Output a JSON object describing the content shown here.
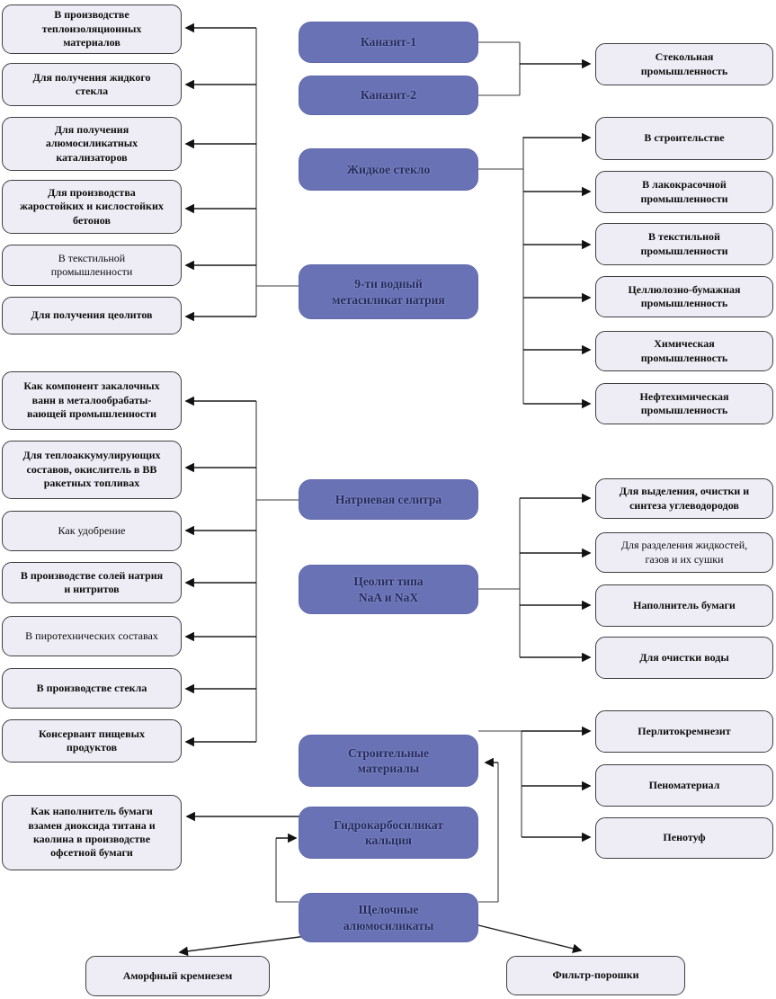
{
  "diagram": {
    "description_colors": {
      "product_fill": "#6A72B6",
      "product_text": "#232B5F",
      "application_fill": "#EEEDF6",
      "application_border": "#3F3F3F",
      "connector": "#3C3C3C",
      "background": "#FFFFFF"
    },
    "nodes": {
      "center": [
        {
          "label": "Каназит-1"
        },
        {
          "label": "Каназит-2"
        },
        {
          "label": "Жидкое стекло"
        },
        {
          "label": "9-ти водный\nметасиликат натрия"
        },
        {
          "label": "Натриевая селитра"
        },
        {
          "label": "Цеолит типа\nNaA и NaX"
        },
        {
          "label": "Строительные\nматериалы"
        },
        {
          "label": "Гидрокарбосиликат\nкальция"
        },
        {
          "label": "Щелочные\nалюмосиликаты"
        }
      ],
      "left": [
        {
          "label": "В производстве\nтеплоизоляционных\nматериалов"
        },
        {
          "label": "Для получения жидкого\nстекла"
        },
        {
          "label": "Для получения\nалюмосиликатных\nкатализаторов"
        },
        {
          "label": "Для производства\nжаростойких и кислостойких\nбетонов"
        },
        {
          "label": "В текстильной\nпромышленности"
        },
        {
          "label": "Для получения цеолитов"
        },
        {
          "label": "Как компонент закалочных\nванн в металообрабаты-\nвающей промышленности"
        },
        {
          "label": "Для теплоаккумулирующих\nсоставов, окислитель в ВВ\nракетных топливах"
        },
        {
          "label": "Как удобрение"
        },
        {
          "label": "В производстве солей натрия\nи нитритов"
        },
        {
          "label": "В пиротехнических составах"
        },
        {
          "label": "В производстве стекла"
        },
        {
          "label": "Консервант пищевых\nпродуктов"
        },
        {
          "label": "Как наполнитель бумаги\nвзамен диоксида титана и\nкаолина в производстве\nофсетной бумаги"
        }
      ],
      "right": [
        {
          "label": "Стекольная\nпромышленность"
        },
        {
          "label": "В строительстве"
        },
        {
          "label": "В лакокрасочной\nпромышленности"
        },
        {
          "label": "В текстильной\nпромышленности"
        },
        {
          "label": "Целлюлозно-бумажная\nпромышленность"
        },
        {
          "label": "Химическая\nпромышленность"
        },
        {
          "label": "Нефтехимическая\nпромышленность"
        },
        {
          "label": "Для выделения, очистки и\nсинтеза углеводородов"
        },
        {
          "label": "Для разделения жидкостей,\nгазов и их сушки"
        },
        {
          "label": "Наполнитель бумаги"
        },
        {
          "label": "Для очистки воды"
        },
        {
          "label": "Перлитокремнезит"
        },
        {
          "label": "Пеноматериал"
        },
        {
          "label": "Пенотуф"
        }
      ],
      "bottom": [
        {
          "label": "Аморфный кремнезем"
        },
        {
          "label": "Фильтр-порошки"
        }
      ]
    }
  }
}
